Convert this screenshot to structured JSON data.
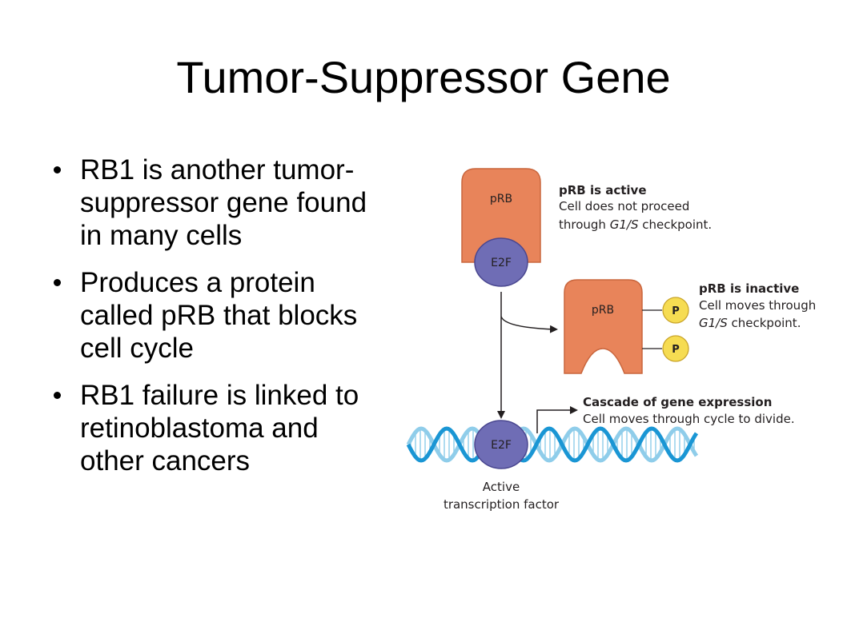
{
  "title": "Tumor-Suppressor Gene",
  "bullets": [
    "RB1 is another tumor-suppressor gene found in many cells",
    "Produces a protein called pRB that blocks cell cycle",
    "RB1 failure is linked to retinoblastoma and other cancers"
  ],
  "diagram": {
    "active_state": {
      "protein": "pRB",
      "bound_factor": "E2F",
      "heading": "pRB is active",
      "line1": "Cell does not proceed",
      "line2_prefix": "through ",
      "line2_italic": "G1/S",
      "line2_suffix": " checkpoint."
    },
    "inactive_state": {
      "protein": "pRB",
      "phosphate": "P",
      "heading": "pRB is inactive",
      "line1": "Cell moves through",
      "line2_italic": "G1/S",
      "line2_suffix": " checkpoint."
    },
    "cascade": {
      "heading": "Cascade of gene expression",
      "line1": "Cell moves through cycle to divide."
    },
    "dna_factor": "E2F",
    "caption_line1": "Active",
    "caption_line2": "transcription factor",
    "colors": {
      "prb_fill": "#e8845a",
      "prb_stroke": "#c9663d",
      "e2f_fill": "#6f6db5",
      "e2f_stroke": "#4a4790",
      "phosphate_fill": "#f6dc52",
      "dna_blue": "#1a96d4",
      "dna_light": "#8fcdea"
    }
  }
}
